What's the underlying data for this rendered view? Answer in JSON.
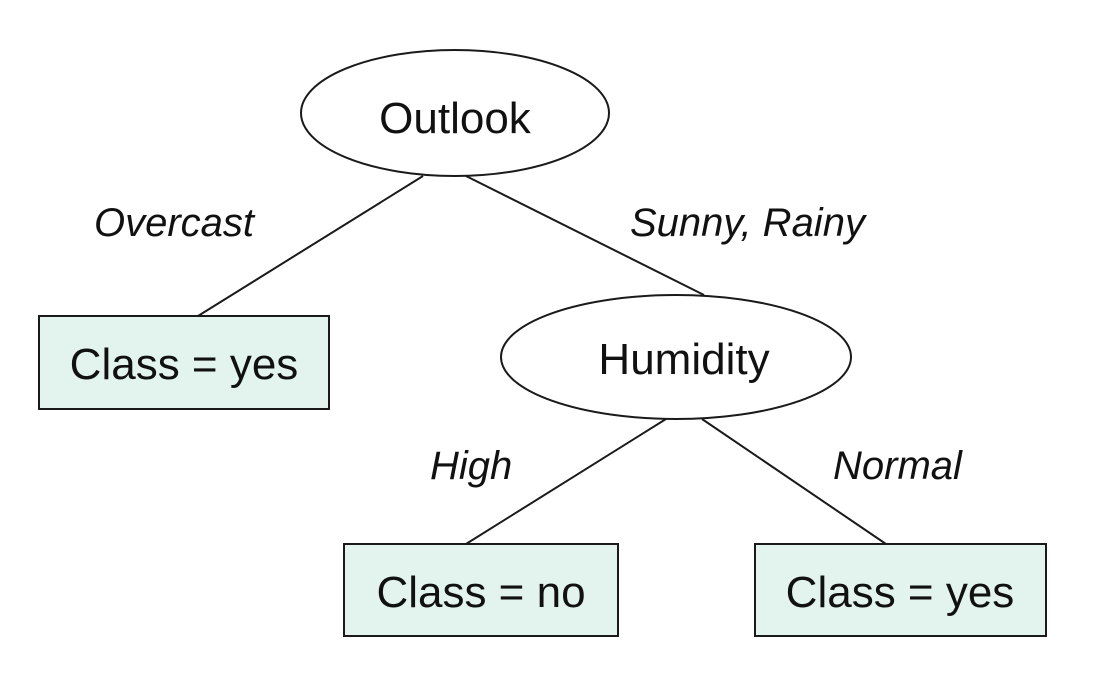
{
  "colors": {
    "leaf_fill": "#e3f4ee",
    "stroke": "#1a1a1a",
    "text": "#111111"
  },
  "nodes": {
    "outlook": {
      "label": "Outlook"
    },
    "humidity": {
      "label": "Humidity"
    },
    "leaf_overcast": {
      "label": "Class = yes"
    },
    "leaf_high": {
      "label": "Class = no"
    },
    "leaf_normal": {
      "label": "Class = yes"
    }
  },
  "edges": {
    "overcast": {
      "label": "Overcast"
    },
    "sunny_rainy": {
      "label": "Sunny, Rainy"
    },
    "high": {
      "label": "High"
    },
    "normal": {
      "label": "Normal"
    }
  }
}
